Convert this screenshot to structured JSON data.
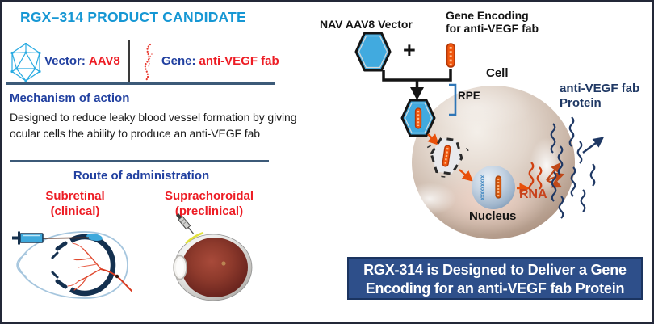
{
  "left_panel": {
    "title": "RGX–314 PRODUCT CANDIDATE",
    "vector_label": "Vector:",
    "vector_value": "AAV8",
    "gene_label": "Gene:",
    "gene_value": "anti-VEGF fab",
    "mechanism_heading": "Mechanism of action",
    "mechanism_body": "Designed to reduce leaky blood vessel formation by giving ocular cells the ability to produce an anti-VEGF fab",
    "route_heading": "Route of administration",
    "routes": [
      {
        "name": "Subretinal",
        "stage": "(clinical)"
      },
      {
        "name": "Suprachoroidal",
        "stage": "(preclinical)"
      }
    ]
  },
  "diagram": {
    "vector_label": "NAV AAV8 Vector",
    "plus_sign": "+",
    "gene_label_line1": "Gene Encoding",
    "gene_label_line2": "for anti-VEGF fab",
    "cell_label": "Cell",
    "rpe_label": "RPE",
    "nucleus_label": "Nucleus",
    "rna_label": "RNA",
    "protein_label_line1": "anti-VEGF fab",
    "protein_label_line2": "Protein"
  },
  "banner": {
    "line1": "RGX-314 is Designed to Deliver a Gene",
    "line2": "Encoding for an anti-VEGF fab Protein"
  },
  "colors": {
    "title_blue": "#1697D4",
    "heading_blue": "#2140A0",
    "navy": "#1F3864",
    "red": "#ED1C24",
    "orange": "#E8520F",
    "rna_label_orange": "#C8421C",
    "hexagon_fill": "#41AADF",
    "divider_blue": "#3C5A78",
    "banner_bg": "#2E4F8A",
    "banner_border": "#1B3460",
    "banner_text": "#FFFFFF",
    "cell_tan": "#C9B5A8",
    "nucleus_blue": "#A9BFD6"
  }
}
